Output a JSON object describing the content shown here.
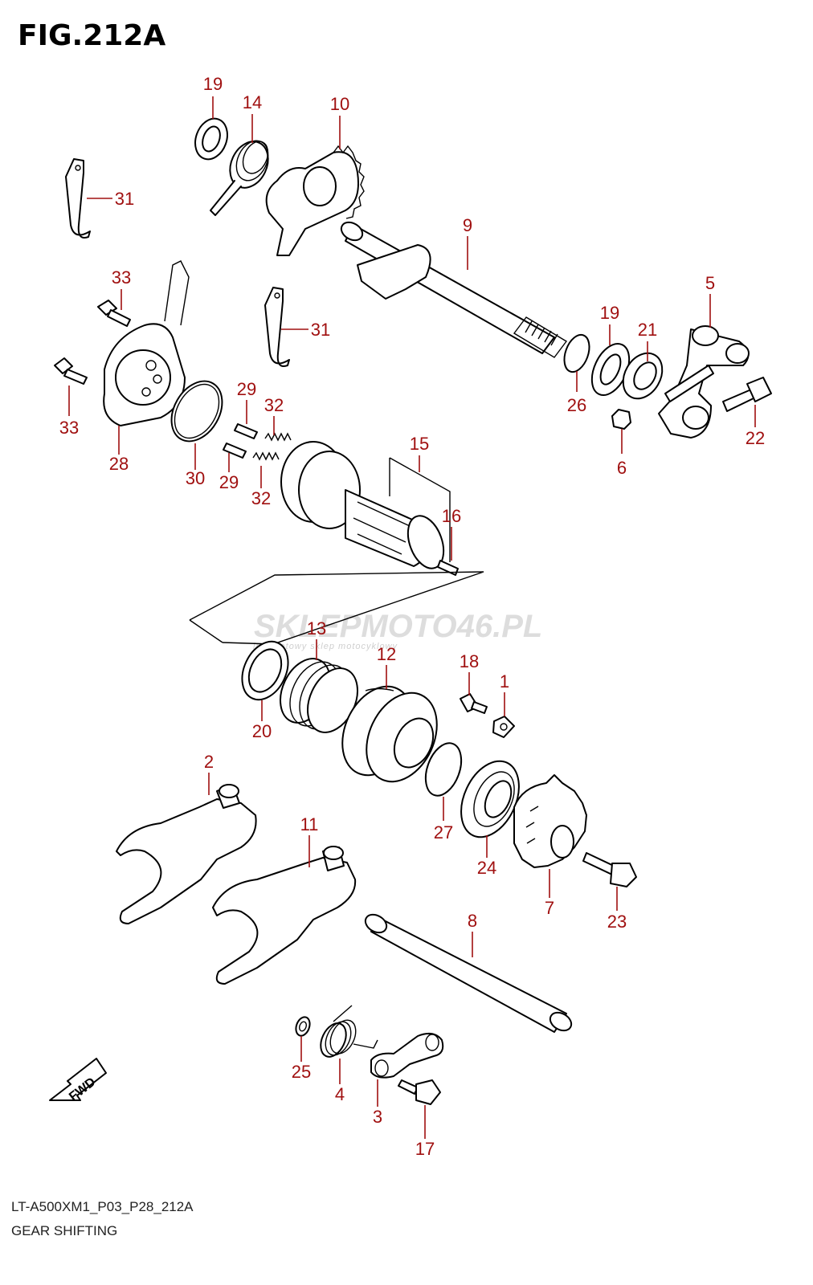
{
  "figure": {
    "title": "FIG.212A",
    "model_code": "LT-A500XM1_P03_P28_212A",
    "caption": "GEAR SHIFTING",
    "direction_label": "FWD"
  },
  "watermark": {
    "main": "SKLEPMOTO46.PL",
    "subtitle": "internetowy sklep motocyklowy"
  },
  "callouts": [
    "19",
    "14",
    "10",
    "31",
    "9",
    "5",
    "33",
    "31",
    "19",
    "21",
    "33",
    "28",
    "30",
    "29",
    "32",
    "26",
    "6",
    "22",
    "15",
    "29",
    "32",
    "16",
    "13",
    "12",
    "18",
    "1",
    "20",
    "2",
    "11",
    "27",
    "24",
    "7",
    "23",
    "8",
    "25",
    "4",
    "3",
    "17"
  ],
  "colors": {
    "callout": "#a01010",
    "line": "#000000"
  }
}
